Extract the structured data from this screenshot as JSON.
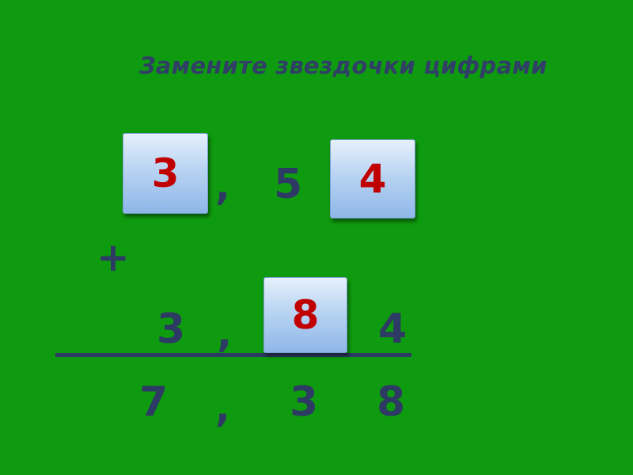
{
  "title": "Замените звездочки цифрами",
  "row1": {
    "card1_digit": "3",
    "comma": ",",
    "digit2": "5",
    "card2_digit": "4"
  },
  "plus": "+",
  "row2": {
    "digit1": "3",
    "comma": ",",
    "card_digit": "8",
    "digit3": "4"
  },
  "row3": {
    "digit1": "7",
    "comma": ",",
    "digit2": "3",
    "digit3": "8"
  },
  "colors": {
    "background": "#0f9b0f",
    "text": "#2d3a63",
    "card_digit": "#c00000"
  }
}
